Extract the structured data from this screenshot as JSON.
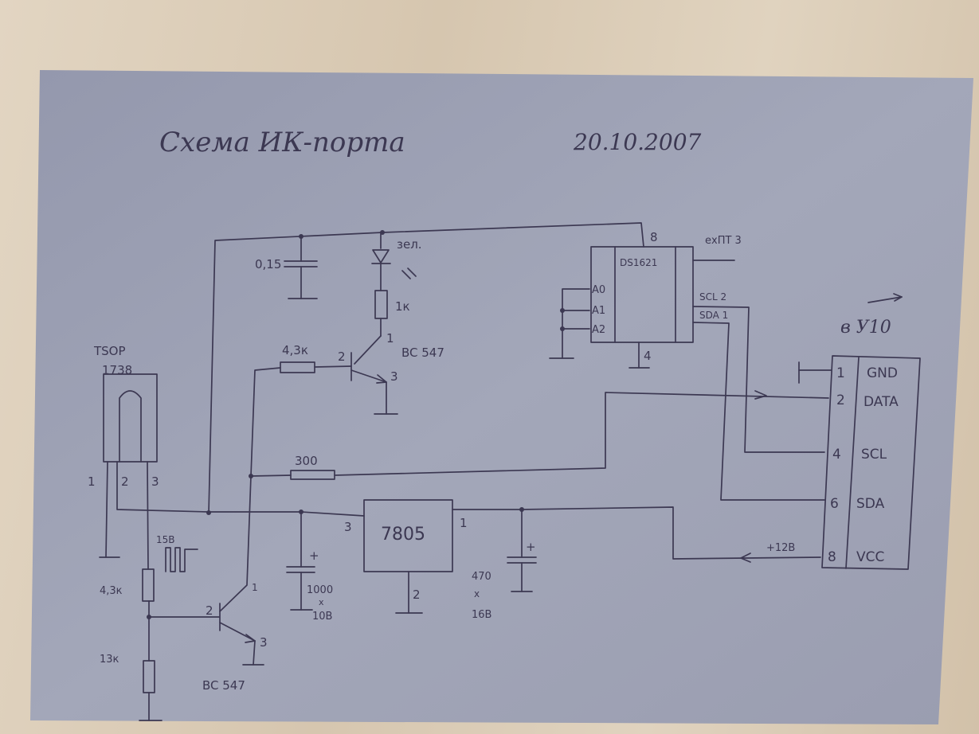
{
  "title": "Схема ИК-порта",
  "date": "20.10.2007",
  "tsop": {
    "name": "TSOP",
    "model": "1738",
    "pin1": "1",
    "pin2": "2",
    "pin3": "3",
    "signal": "15В"
  },
  "cap1": "0,15",
  "led": "зел.",
  "r_led": "1к",
  "r_base_top": "4,3к",
  "q_top": {
    "model": "BC 547",
    "pin1": "1",
    "pin2": "2",
    "pin3": "3"
  },
  "r300": "300",
  "reg": {
    "name": "7805",
    "pin_in": "3",
    "pin_out": "1",
    "pin_gnd": "2"
  },
  "cap_in": {
    "value": "1000",
    "x": "x",
    "voltage": "10В"
  },
  "cap_out": {
    "value": "470",
    "x": "x",
    "voltage": "16В"
  },
  "r_div_top": "4,3к",
  "r_div_bot": "13к",
  "q_bot": {
    "model": "BC 547",
    "pin1": "1",
    "pin2": "2",
    "pin3": "3"
  },
  "ds": {
    "name": "DS1621",
    "a0": "A0",
    "a1": "A1",
    "a2": "A2",
    "pin8": "8",
    "pin4": "4",
    "tout": "ехПТ 3",
    "scl": "SCL 2",
    "sda": "SDA 1"
  },
  "dest": "в У10",
  "connector": {
    "pins": [
      {
        "num": "1",
        "name": "GND"
      },
      {
        "num": "2",
        "name": "DATA"
      },
      {
        "num": "4",
        "name": "SCL"
      },
      {
        "num": "6",
        "name": "SDA"
      },
      {
        "num": "8",
        "name": "VCC"
      }
    ],
    "supply": "+12В"
  }
}
